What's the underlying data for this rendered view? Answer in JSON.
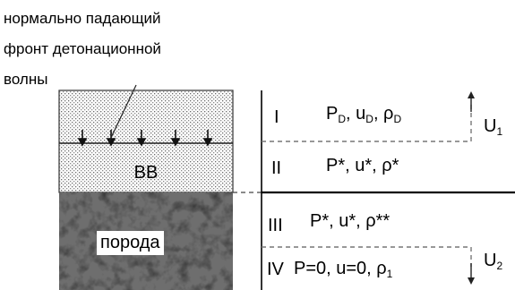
{
  "caption": {
    "line1": "нормально падающий",
    "line2": "фронт детонационной",
    "line3": "волны"
  },
  "blocks": {
    "explosive": "ВВ",
    "rock": "порода"
  },
  "zones": [
    {
      "roman": "I",
      "state": [
        "P",
        "D",
        ", u",
        "D",
        ", ρ",
        "D"
      ]
    },
    {
      "roman": "II",
      "state": "P*, u*, ρ*"
    },
    {
      "roman": "III",
      "state": "P*, u*, ρ**"
    },
    {
      "roman": "IV",
      "state": [
        "P=0, u=0, ρ",
        "1"
      ]
    }
  ],
  "velocities": {
    "upper": {
      "main": "U",
      "sub": "1"
    },
    "lower": {
      "main": "U",
      "sub": "2"
    }
  }
}
